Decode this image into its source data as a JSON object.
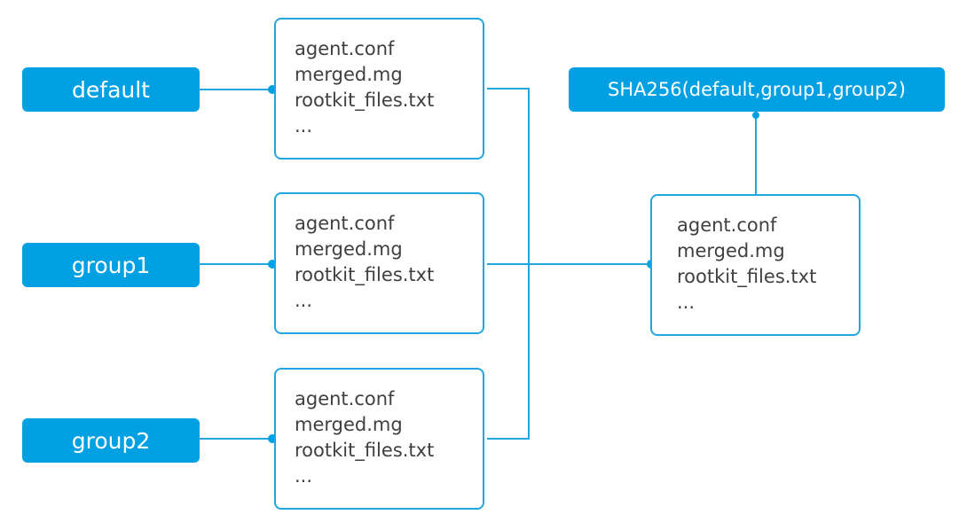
{
  "groups": [
    {
      "label": "default",
      "files": [
        "agent.conf",
        "merged.mg",
        "rootkit_files.txt",
        "..."
      ]
    },
    {
      "label": "group1",
      "files": [
        "agent.conf",
        "merged.mg",
        "rootkit_files.txt",
        "..."
      ]
    },
    {
      "label": "group2",
      "files": [
        "agent.conf",
        "merged.mg",
        "rootkit_files.txt",
        "..."
      ]
    }
  ],
  "merged": {
    "files": [
      "agent.conf",
      "merged.mg",
      "rootkit_files.txt",
      "..."
    ]
  },
  "hash": {
    "label": "SHA256(default,group1,group2)"
  },
  "colors": {
    "accent": "#00a0e3",
    "border": "#21a6e0",
    "text": "#404040",
    "pill_text": "#ffffff",
    "background": "#ffffff"
  }
}
